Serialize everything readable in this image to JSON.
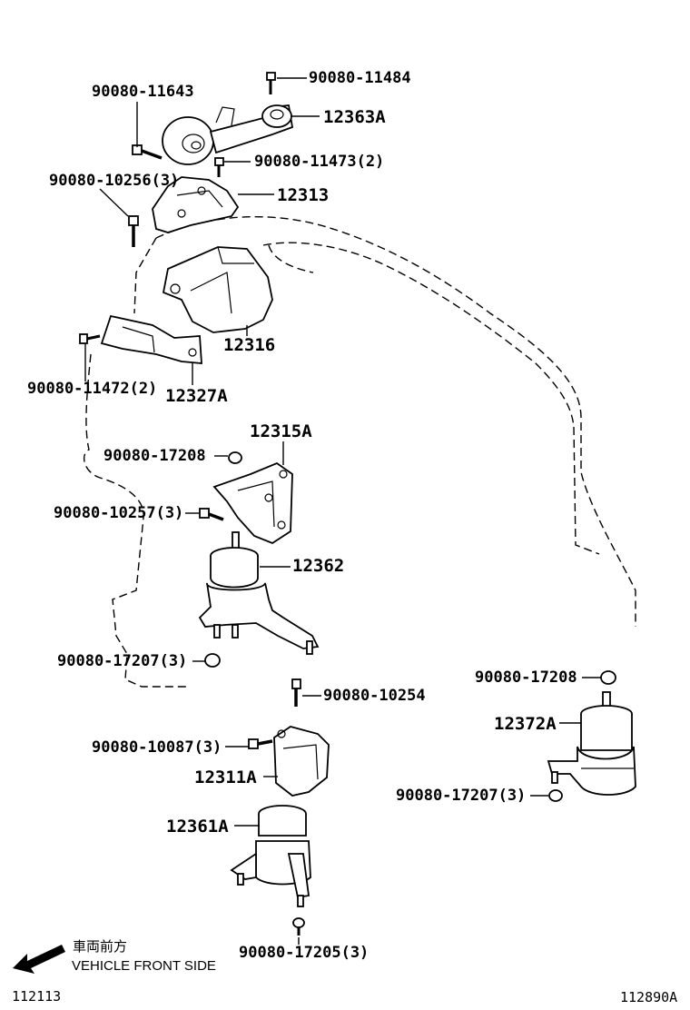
{
  "labels": {
    "p_11484": "90080-11484",
    "p_11643": "90080-11643",
    "p_12363a": "12363A",
    "p_11473": "90080-11473(2)",
    "p_10256": "90080-10256(3)",
    "p_12313": "12313",
    "p_12316": "12316",
    "p_11472": "90080-11472(2)",
    "p_12327a": "12327A",
    "p_12315a": "12315A",
    "p_17208a": "90080-17208",
    "p_10257": "90080-10257(3)",
    "p_12362": "12362",
    "p_17207a": "90080-17207(3)",
    "p_10254": "90080-10254",
    "p_10087": "90080-10087(3)",
    "p_12311a": "12311A",
    "p_12361a": "12361A",
    "p_17205": "90080-17205(3)",
    "p_17208b": "90080-17208",
    "p_12372a": "12372A",
    "p_17207b": "90080-17207(3)"
  },
  "footer": {
    "direction_jp": "車両前方",
    "direction_en": "VEHICLE FRONT SIDE",
    "left_code": "112113",
    "right_code": "112890A"
  }
}
